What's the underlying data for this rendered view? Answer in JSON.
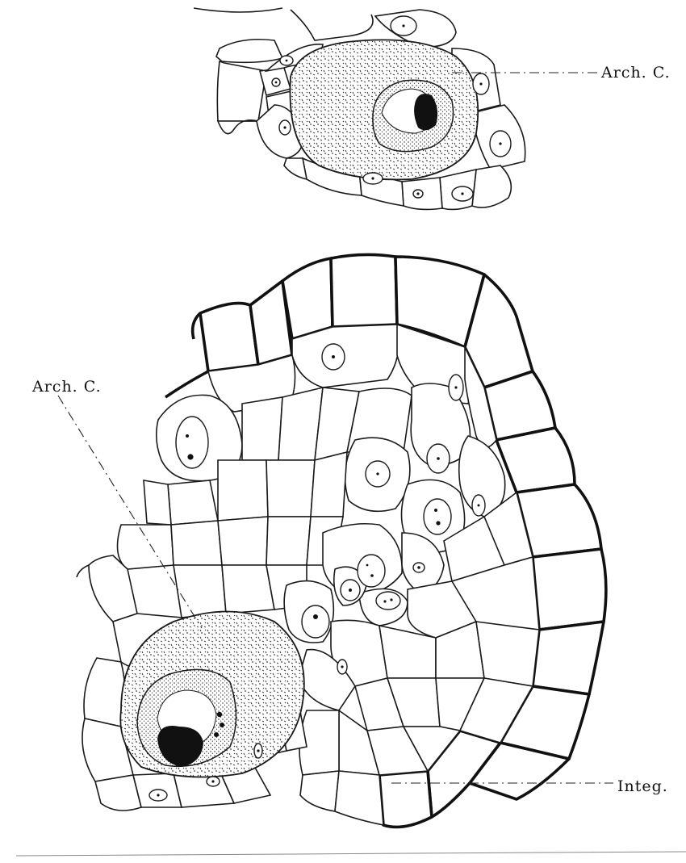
{
  "labels": {
    "top_right": "Arch. C.",
    "left": "Arch. C.",
    "bottom_right": "Integ."
  },
  "colors": {
    "paper": "#ffffff",
    "ink": "#111111"
  }
}
